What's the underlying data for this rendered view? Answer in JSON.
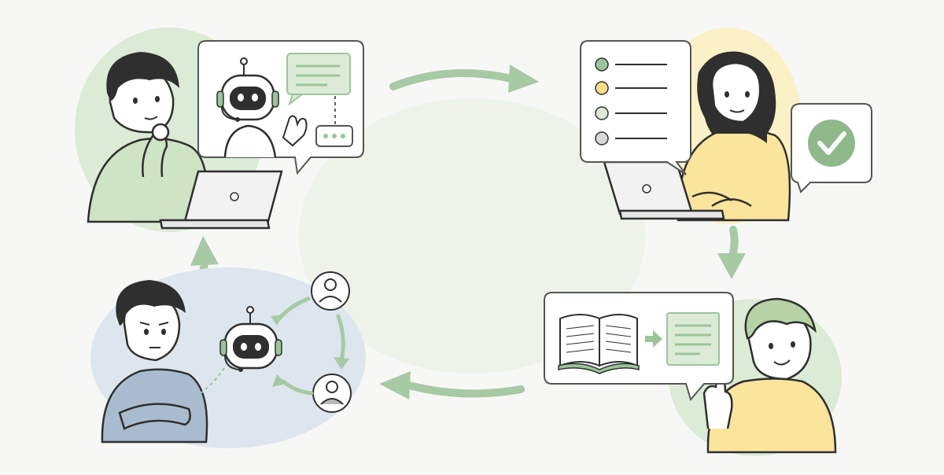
{
  "colors": {
    "background": "#f7f8f6",
    "green_accent": "#9cc49a",
    "green_light": "#dcebd6",
    "green_arrow": "#a7c9a4",
    "yellow_shirt": "#fbe49b",
    "yellow_light": "#fbf0c6",
    "blue_light": "#dde6ee",
    "blue_shirt": "#a9bccf",
    "green_shirt": "#cfe3c5",
    "outline": "#2f2f2f",
    "skin": "#ffffff",
    "bubble_border": "#555555",
    "robot_face": "#2f2f2f",
    "check_green": "#8fb98b"
  },
  "scenes": [
    {
      "id": "chat-with-assistant",
      "icons": [
        "person-icon",
        "laptop-icon",
        "robot-icon",
        "speech-bubble-icon",
        "typing-dots-icon"
      ]
    },
    {
      "id": "checklist-review",
      "icons": [
        "person-icon",
        "laptop-icon",
        "checklist-icon",
        "checkmark-icon"
      ]
    },
    {
      "id": "book-to-summary",
      "icons": [
        "person-icon",
        "open-book-icon",
        "arrow-right-icon",
        "document-icon"
      ]
    },
    {
      "id": "robot-mediates-people",
      "icons": [
        "person-icon",
        "robot-icon",
        "user-avatar-icon",
        "user-avatar-icon"
      ]
    }
  ],
  "cycle_arrows": [
    "top-arrow-right",
    "right-arrow-down",
    "bottom-arrow-left",
    "left-arrow-up"
  ]
}
